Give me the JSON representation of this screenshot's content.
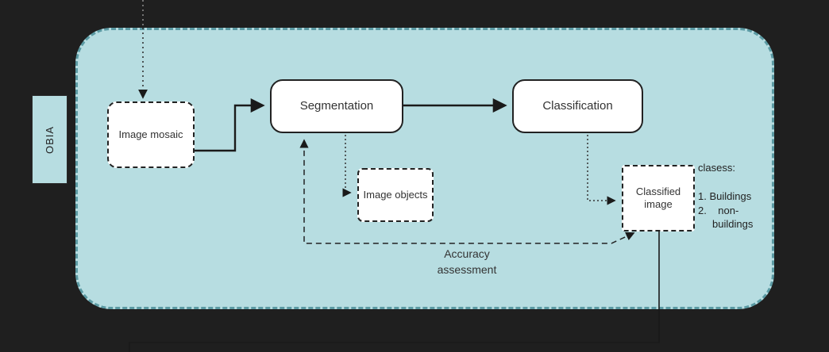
{
  "diagram": {
    "container_label": "OBIA",
    "nodes": {
      "image_mosaic": "Image mosaic",
      "segmentation": "Segmentation",
      "classification": "Classification",
      "image_objects": "Image objects",
      "classified_image": "Classified image"
    },
    "edge_labels": {
      "accuracy_line1": "Accuracy",
      "accuracy_line2": "assessment"
    },
    "annotations": {
      "classes_title": "clasess:",
      "class_items": [
        "1. Buildings",
        "2.    non-",
        "     buildings"
      ]
    },
    "colors": {
      "background": "#1f1f1f",
      "container_fill": "#b7dde1",
      "container_border": "#5b9aa3",
      "node_fill": "#ffffff",
      "line": "#1a1a1a"
    }
  }
}
